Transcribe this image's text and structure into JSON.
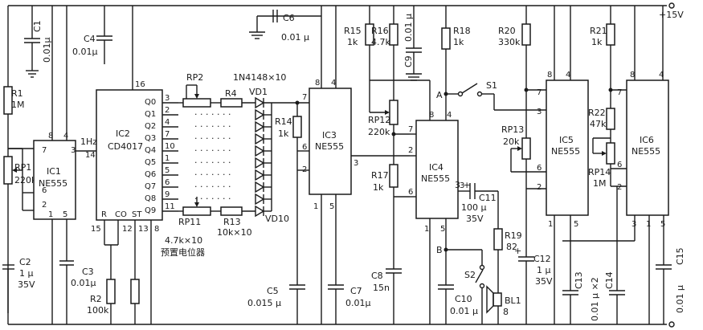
{
  "supply": "+15V",
  "ic1": {
    "name": "IC1",
    "type": "NE555",
    "pins": [
      "8",
      "4",
      "7",
      "3",
      "6",
      "2",
      "1",
      "5"
    ]
  },
  "ic2": {
    "name": "IC2",
    "type": "CD4017",
    "pin_vdd": "16",
    "outputs": [
      "Q0",
      "Q1",
      "Q2",
      "Q3",
      "Q4",
      "Q5",
      "Q6",
      "Q7",
      "Q8",
      "Q9"
    ],
    "out_pins": [
      "3",
      "2",
      "4",
      "7",
      "10",
      "1",
      "5",
      "6",
      "9",
      "11"
    ],
    "pin_clk": "14",
    "bottom": [
      "R",
      "CO",
      "ST"
    ],
    "bottom_pins": [
      "15",
      "12",
      "13",
      "8"
    ]
  },
  "ic3": {
    "name": "IC3",
    "type": "NE555",
    "pins": [
      "8",
      "4",
      "7",
      "6",
      "2",
      "3",
      "1",
      "5"
    ]
  },
  "ic4": {
    "name": "IC4",
    "type": "NE555",
    "pins": [
      "8",
      "4",
      "7",
      "2",
      "6",
      "3",
      "1",
      "5"
    ]
  },
  "ic5": {
    "name": "IC5",
    "type": "NE555",
    "pins": [
      "8",
      "4",
      "7",
      "3",
      "6",
      "2",
      "1",
      "5"
    ]
  },
  "ic6": {
    "name": "IC6",
    "type": "NE555",
    "pins": [
      "8",
      "4",
      "7",
      "6",
      "2",
      "3",
      "1",
      "5"
    ]
  },
  "freq": "1Hz",
  "components": {
    "C1": "C1",
    "C1v": "0.01μ",
    "C4": "C4",
    "C4v": "0.01μ",
    "C6": "C6",
    "C6v": "0.01 μ",
    "R1": "R1",
    "R1v": "1M",
    "RP1": "RP1",
    "RP1v": "220k",
    "C2": "C2",
    "C2v1": "1 μ",
    "C2v2": "35V",
    "C3": "C3",
    "C3v": "0.01μ",
    "R2": "R2",
    "R2v": "100k",
    "RP2": "RP2",
    "R4": "R4",
    "D1": "1N4148×10",
    "VD1": "VD1",
    "VD10": "VD10",
    "RP11": "RP11",
    "R13": "R13",
    "R13v": "10k×10",
    "note1": "4.7k×10",
    "note2": "预置电位器",
    "R14": "R14",
    "R14v": "1k",
    "C5": "C5",
    "C5v": "0.015 μ",
    "C7": "C7",
    "C7v": "0.01μ",
    "R15": "R15",
    "R15v": "1k",
    "R16": "R16",
    "R16v": "4.7k",
    "C9": "C9",
    "C9v": "0.01 μ",
    "RP12": "RP12",
    "RP12v": "220k",
    "R17": "R17",
    "R17v": "1k",
    "C8": "C8",
    "C8v": "15n",
    "R18": "R18",
    "R18v": "1k",
    "S1": "S1",
    "A": "A",
    "B": "B",
    "C11": "C11",
    "C11v1": "100 μ",
    "C11v2": "35V",
    "C11p": "3 +",
    "R19": "R19",
    "R19v": "82",
    "S2": "S2",
    "BL1": "BL1",
    "BL1v": "8",
    "C10": "C10",
    "C10v": "0.01 μ",
    "R20": "R20",
    "R20v": "330k",
    "RP13": "RP13",
    "RP13v": "20k",
    "C12": "C12",
    "C12v1": "1 μ",
    "C12v2": "35V",
    "C12p": "+",
    "C13": "C13",
    "C13v": "0.01 μ ×2",
    "C14": "C14",
    "R21": "R21",
    "R21v": "1k",
    "R22": "R22",
    "R22v": "47k",
    "RP14": "RP14",
    "RP14v": "1M",
    "C15": "C15",
    "C15v": "0.01 μ"
  }
}
